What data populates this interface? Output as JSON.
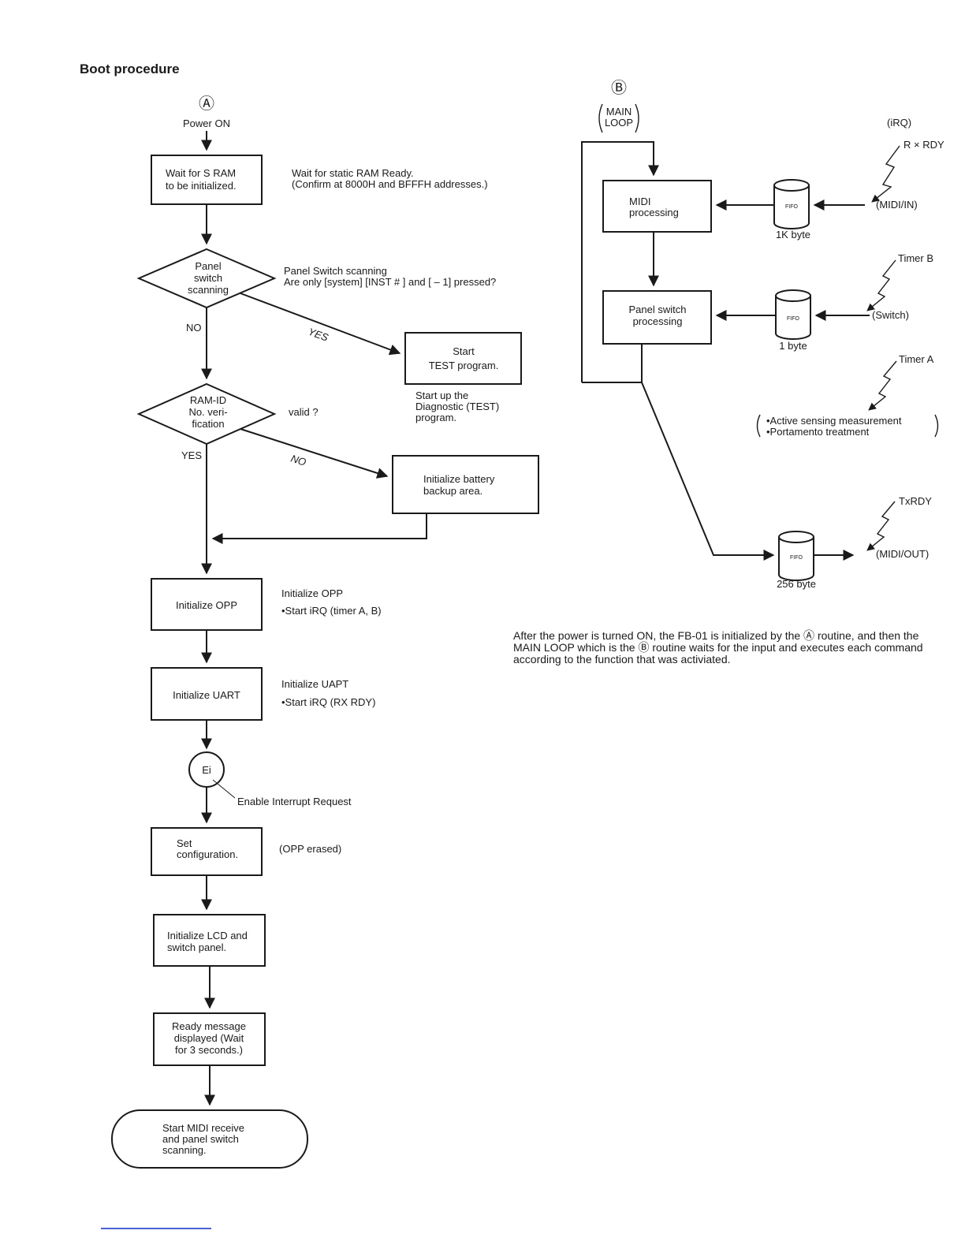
{
  "title": "Boot procedure",
  "routine_a": {
    "marker": "Ⓐ",
    "power_on": "Power ON",
    "wait_sram": {
      "lines": [
        "Wait for S RAM",
        "to be initialized."
      ],
      "note": [
        "Wait for static RAM Ready.",
        "(Confirm at 8000H and BFFFH addresses.)"
      ]
    },
    "panel_scan": {
      "lines": [
        "Panel",
        "switch",
        "scanning"
      ],
      "note": [
        "Panel Switch scanning",
        "Are only [system] [INST # ] and [ – 1] pressed?"
      ],
      "yes": "YES",
      "no": "NO"
    },
    "test_program": {
      "lines": [
        "Start",
        "TEST program."
      ],
      "note": [
        "Start up the",
        "Diagnostic (TEST)",
        "program."
      ]
    },
    "ram_id": {
      "lines": [
        "RAM-ID",
        "No. veri-",
        "fication"
      ],
      "note": "valid ?",
      "yes": "YES",
      "no": "NO"
    },
    "battery": {
      "lines": [
        "Initialize battery",
        "backup area."
      ]
    },
    "init_opp": {
      "label": "Initialize OPP",
      "note": [
        "Initialize OPP",
        "•Start iRQ (timer A, B)"
      ]
    },
    "init_uart": {
      "label": "Initialize UART",
      "note": [
        "Initialize UAPT",
        "•Start iRQ (RX RDY)"
      ]
    },
    "ei": {
      "label": "Ei",
      "note": "Enable Interrupt Request"
    },
    "set_config": {
      "lines": [
        "Set",
        "configuration."
      ],
      "note": "(OPP erased)"
    },
    "init_lcd": {
      "lines": [
        "Initialize LCD and",
        "switch panel."
      ]
    },
    "ready_msg": {
      "lines": [
        "Ready message",
        "displayed (Wait",
        "for 3 seconds.)"
      ]
    },
    "start_midi": {
      "lines": [
        "Start MIDI receive",
        "and panel switch",
        "scanning."
      ]
    }
  },
  "routine_b": {
    "marker": "Ⓑ",
    "main_loop": [
      "MAIN",
      "LOOP"
    ],
    "midi_processing": [
      "MIDI",
      "processing"
    ],
    "panel_processing": [
      "Panel switch",
      "processing"
    ],
    "fifo_label": "FIFO",
    "fifo_sizes": [
      "1K byte",
      "1 byte",
      "256 byte"
    ],
    "irq_label": "(iRQ)",
    "rx_rdy": "R × RDY",
    "midi_in": "(MIDI/IN)",
    "timer_b": "Timer B",
    "switch": "(Switch)",
    "timer_a": "Timer A",
    "timer_a_notes": [
      "•Active sensing measurement",
      "•Portamento treatment"
    ],
    "tx_rdy": "TxRDY",
    "midi_out": "(MIDI/OUT)"
  },
  "description": "After the power is turned ON, the FB-01 is initialized by the Ⓐ routine, and then the MAIN LOOP which is the Ⓑ routine waits for the input and executes each command according to the function that was activiated."
}
